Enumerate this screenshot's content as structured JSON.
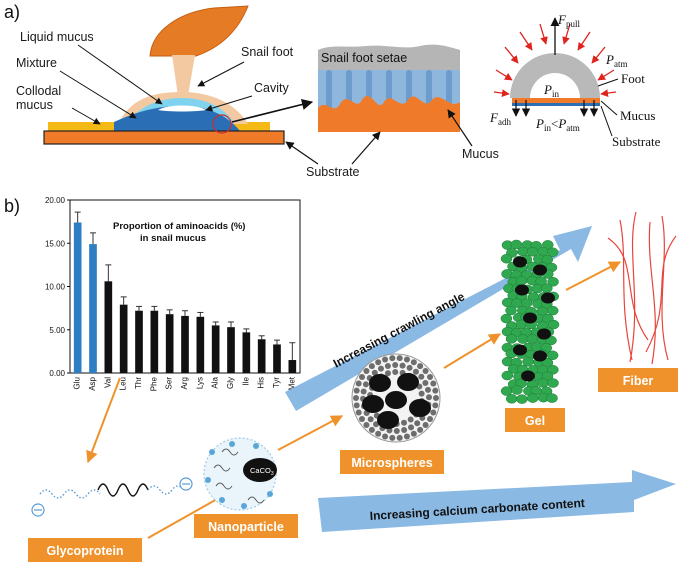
{
  "panel_a": {
    "label": "a)",
    "snail": {
      "liquid_mucus": "Liquid mucus",
      "mixture": "Mixture",
      "colloidal_mucus": "Collodal\nmucus",
      "snail_foot": "Snail foot",
      "cavity": "Cavity"
    },
    "setae": {
      "title": "Snail foot setae",
      "mucus": "Mucus",
      "substrate": "Substrate"
    },
    "suction": {
      "f_pull": "F",
      "f_pull_sub": "pull",
      "p_atm": "P",
      "p_atm_sub": "atm",
      "foot": "Foot",
      "p_in": "P",
      "p_in_sub": "in",
      "f_adh": "F",
      "f_adh_sub": "adh",
      "mucus": "Mucus",
      "inequality_p1": "P",
      "inequality_s1": "in",
      "inequality_op": "<",
      "inequality_p2": "P",
      "inequality_s2": "atm",
      "substrate": "Substrate"
    },
    "colors": {
      "orange": "#ef7b2a",
      "yellow": "#f5b915",
      "blue": "#2a6fb6",
      "setae_blue": "#8fb6dc",
      "grey": "#b9b9b9",
      "red_arrow": "#e0241d"
    }
  },
  "panel_b": {
    "label": "b)",
    "chart_title_line1": "Proportion of aminoacids (%)",
    "chart_title_line2": "in snail mucus",
    "labels": {
      "glycoprotein": "Glycoprotein",
      "nanoparticle": "Nanoparticle",
      "microspheres": "Microspheres",
      "gel": "Gel",
      "fiber": "Fiber",
      "crawling": "Increasing crawling angle",
      "calcium": "Increasing calcium carbonate content",
      "caco3": "CaCO",
      "caco3_sub": "3"
    },
    "colors": {
      "label_orange": "#f0922b",
      "arrow_blue": "#8ab9e3",
      "gel_green": "#2fa84f",
      "fiber_red": "#e8453c"
    }
  },
  "chart_data": {
    "type": "bar",
    "title": "Proportion of aminoacids (%) in snail mucus",
    "categories": [
      "Glu",
      "Asp",
      "Val",
      "Leu",
      "Thr",
      "Phe",
      "Ser",
      "Arg",
      "Lys",
      "Ala",
      "Gly",
      "Ile",
      "His",
      "Tyr",
      "Met"
    ],
    "values": [
      17.4,
      14.9,
      10.6,
      7.9,
      7.2,
      7.2,
      6.8,
      6.6,
      6.5,
      5.5,
      5.3,
      4.7,
      3.9,
      3.3,
      1.5
    ],
    "errors": [
      1.2,
      1.3,
      1.9,
      0.9,
      0.5,
      0.5,
      0.5,
      0.6,
      0.5,
      0.4,
      0.6,
      0.4,
      0.4,
      0.5,
      2.0
    ],
    "highlight_colors": [
      "#2e7ec4",
      "#2e7ec4"
    ],
    "default_color": "#111111",
    "ylim": [
      0,
      20
    ],
    "yticks": [
      "0.00",
      "5.00",
      "10.00",
      "15.00",
      "20.00"
    ],
    "xlabel": "",
    "ylabel": "",
    "grid": false
  }
}
